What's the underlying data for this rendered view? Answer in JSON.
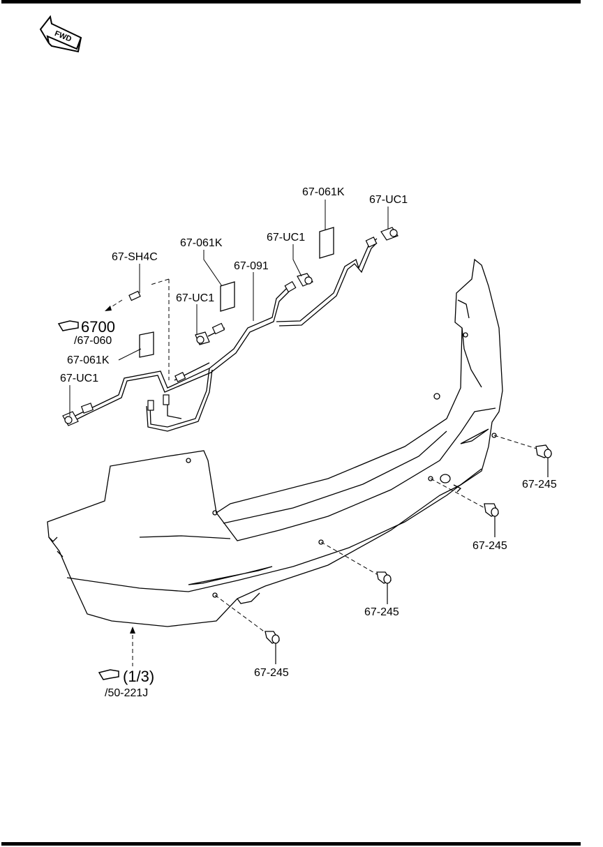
{
  "fwd_label": "FWD",
  "refs": {
    "ref1_number": "6700",
    "ref1_sub": "/67-060",
    "ref2_number": "(1/3)",
    "ref2_sub": "/50-221J"
  },
  "parts": {
    "sh4c": "67-SH4C",
    "k_left": "67-061K",
    "k_mid": "67-061K",
    "k_top": "67-061K",
    "uc1_left": "67-UC1",
    "uc1_mid": "67-UC1",
    "uc1_center": "67-UC1",
    "uc1_right": "67-UC1",
    "harness": "67-091",
    "s245_right": "67-245",
    "s245_mid_right": "67-245",
    "s245_center": "67-245",
    "s245_left": "67-245"
  }
}
